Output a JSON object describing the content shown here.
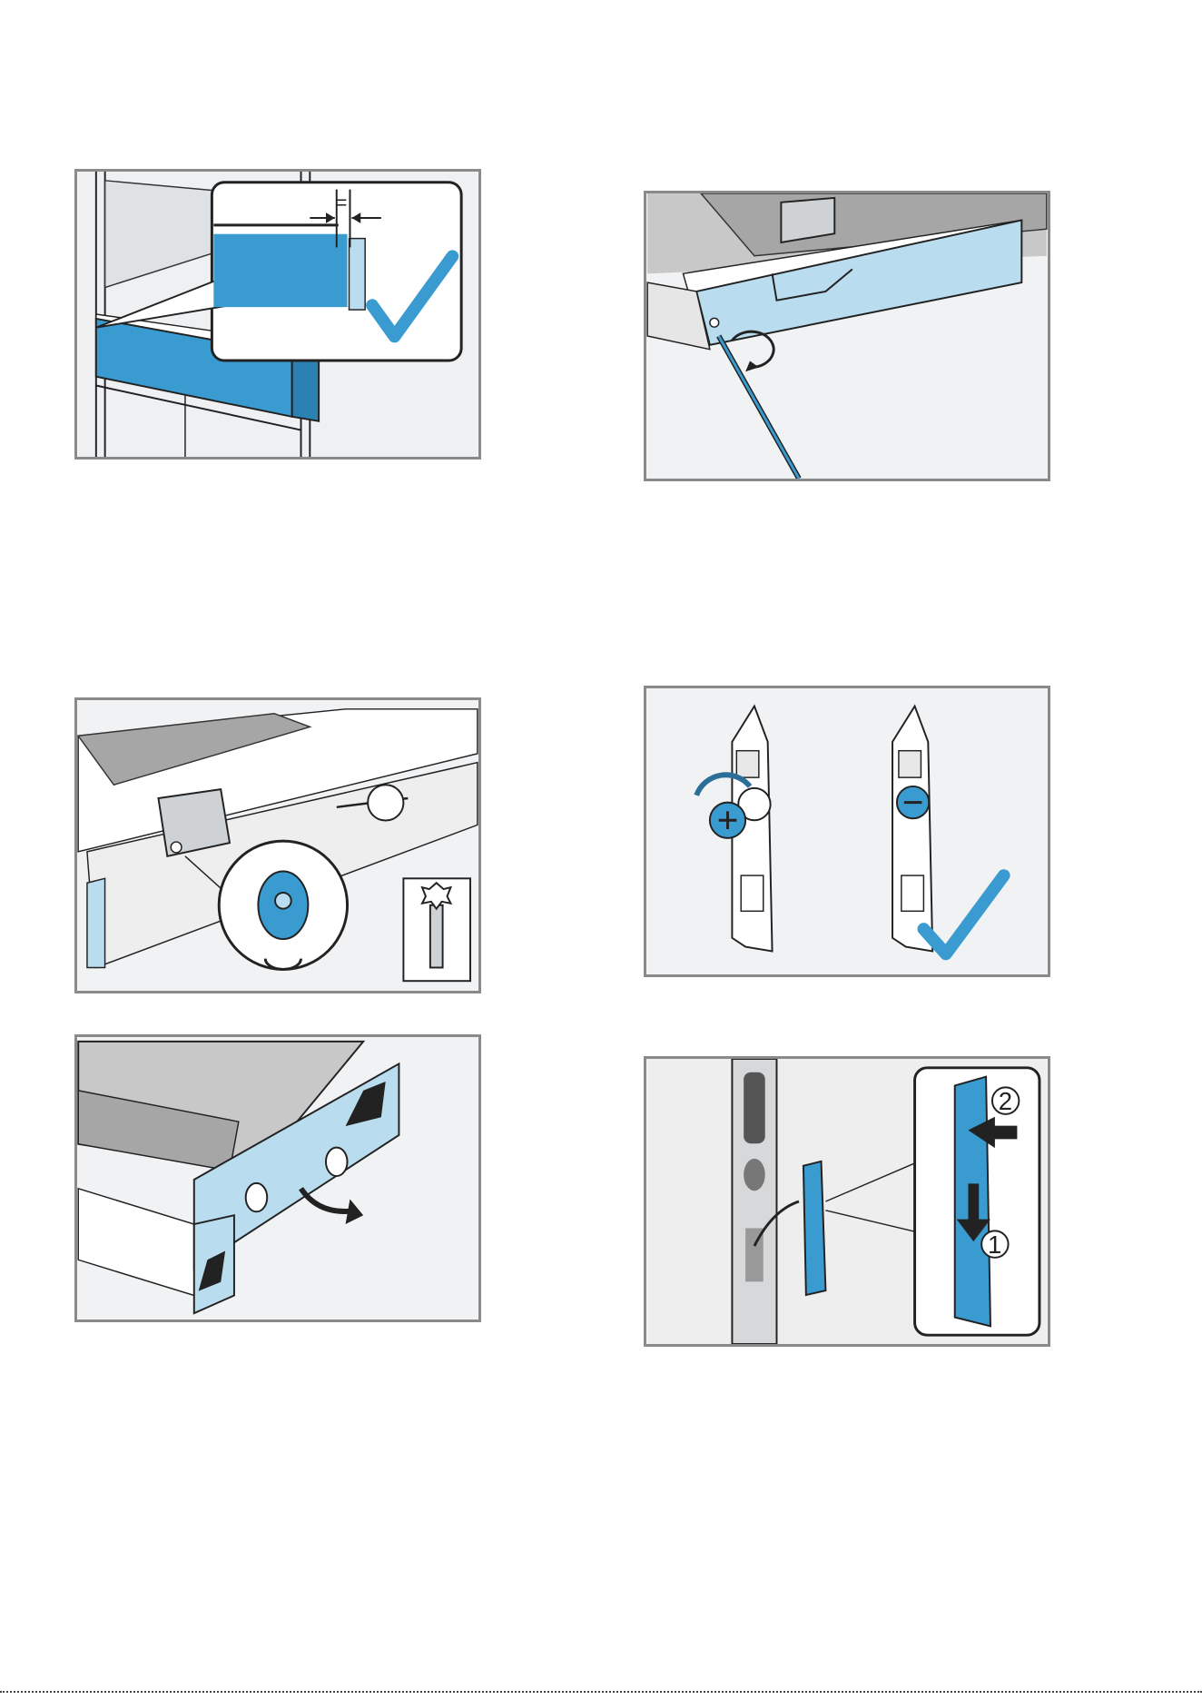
{
  "page": {
    "figures": [
      {
        "id": "fig-front-gap-check",
        "icons": [
          "check-icon",
          "dimension-arrows-icon"
        ]
      },
      {
        "id": "fig-screw-panel-left",
        "icons": [
          "screwdriver-icon",
          "rotate-arrow-icon"
        ]
      },
      {
        "id": "fig-adjust-hinge-torx",
        "icons": [
          "torx-bit-icon",
          "rotate-arrow-icon"
        ]
      },
      {
        "id": "fig-bracket-tighten-check",
        "icons": [
          "rotate-arrow-icon",
          "check-icon"
        ]
      },
      {
        "id": "fig-remove-panel",
        "icons": [
          "move-arrow-icon"
        ]
      },
      {
        "id": "fig-release-clip",
        "icons": [
          "push-arrow-icon",
          "down-arrow-icon"
        ]
      }
    ],
    "step_labels": {
      "step_one": "1",
      "step_two": "2"
    },
    "colors": {
      "accent_blue": "#3a9bd0",
      "light_blue": "#b9dcee",
      "frame_grey": "#8a8a8a",
      "check_blue": "#3a9bd0"
    }
  }
}
